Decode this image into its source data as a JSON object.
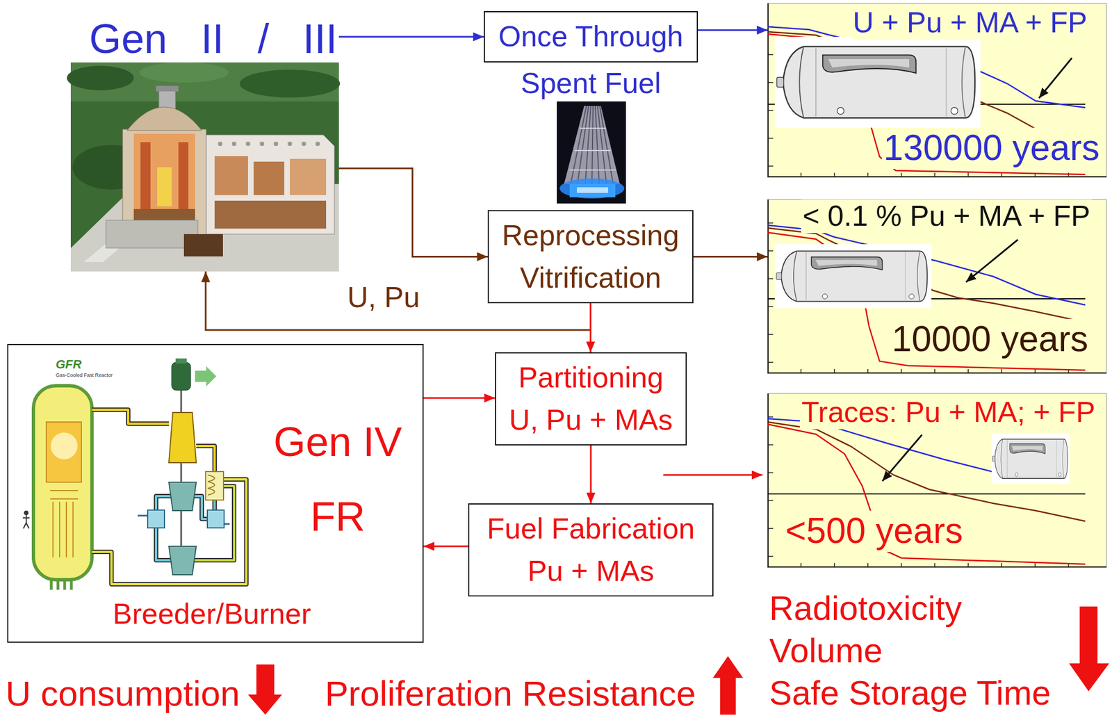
{
  "diagram": {
    "nodes": [
      {
        "text": [
          "Gen II / III"
        ]
      },
      {
        "text": [
          "Once Through",
          "Spent Fuel"
        ]
      },
      {
        "text": [
          "Reprocessing",
          "Vitrification"
        ]
      },
      {
        "text": [
          "Partitioning",
          "U, Pu + MAs"
        ]
      },
      {
        "text": [
          "Fuel Fabrication",
          "Pu + MAs"
        ]
      },
      {
        "text": [
          "Gen IV",
          "FR",
          "Breeder/Burner"
        ]
      },
      {
        "text": [
          "U + Pu + MA + FP",
          "130000 years"
        ]
      },
      {
        "text": [
          "< 0.1 % Pu + MA + FP",
          "10000 years"
        ]
      },
      {
        "text": [
          "Traces: Pu + MA; + FP",
          "<500 years"
        ]
      }
    ],
    "edges": [
      {
        "from": 0,
        "to": 1,
        "arrow": "to"
      },
      {
        "from": 1,
        "to": 6,
        "arrow": "to"
      },
      {
        "from": 0,
        "to": 2,
        "arrow": "to"
      },
      {
        "from": 2,
        "to": 7,
        "arrow": "to"
      },
      {
        "from": 2,
        "to": 0,
        "arrow": "to",
        "label": "U, Pu"
      },
      {
        "from": 2,
        "to": 3,
        "arrow": "to"
      },
      {
        "from": 5,
        "to": 3,
        "arrow": "to"
      },
      {
        "from": 3,
        "to": 4,
        "arrow": "to"
      },
      {
        "from": 4,
        "to": 5,
        "arrow": "to"
      }
    ],
    "labels": [
      "GFR",
      "Gas-Cooled Fast Reactor",
      "U consumption",
      "Proliferation Resistance",
      "Radiotoxicity",
      "Volume",
      "Safe Storage Time"
    ]
  }
}
